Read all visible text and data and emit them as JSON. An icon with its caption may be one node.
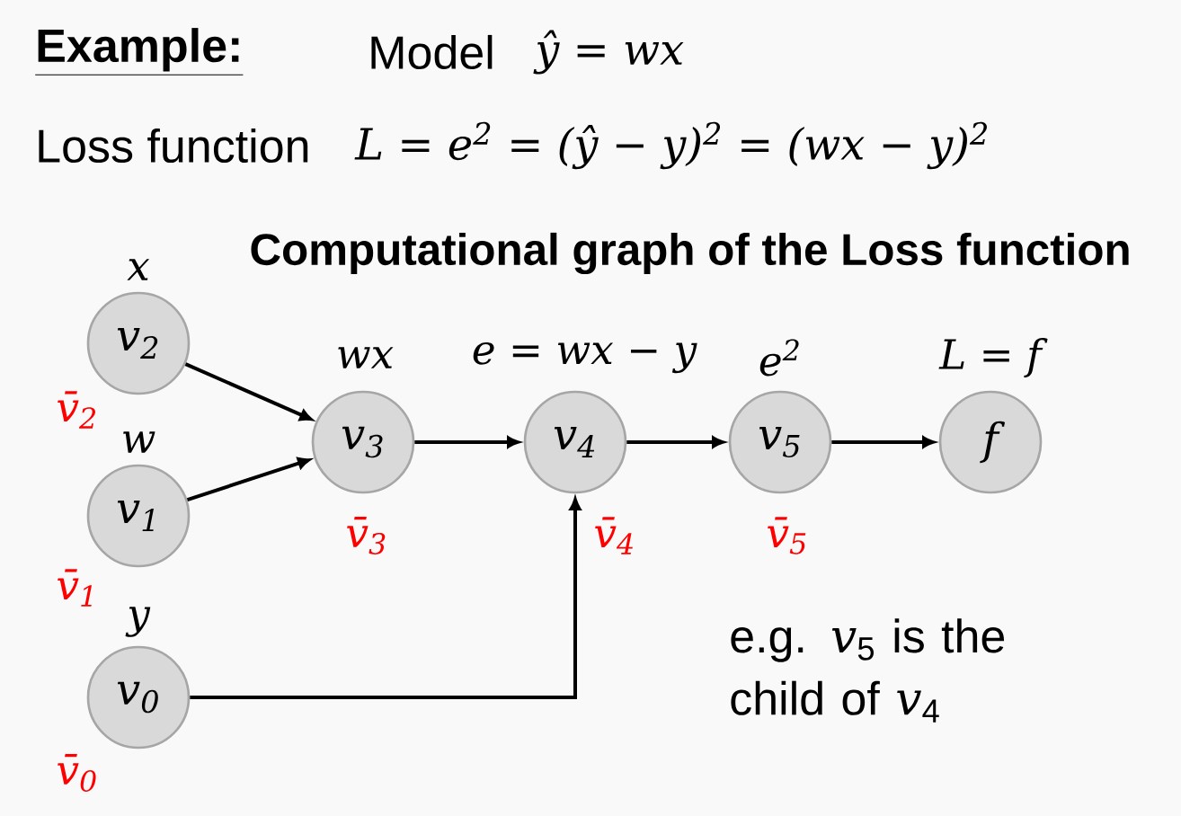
{
  "diagram": {
    "title": "Computational graph of the Loss function",
    "nodes": [
      {
        "text": [
          "v$_{2}$"
        ],
        "beside": [
          "x",
          "v̄$_{2}$"
        ]
      },
      {
        "text": [
          "v$_{1}$"
        ],
        "beside": [
          "w",
          "v̄$_{1}$"
        ]
      },
      {
        "text": [
          "v$_{0}$"
        ],
        "beside": [
          "y",
          "v̄$_{0}$"
        ]
      },
      {
        "text": [
          "v$_{3}$"
        ],
        "beside": [
          "wx",
          "v̄$_{3}$"
        ]
      },
      {
        "text": [
          "v$_{4}$"
        ],
        "beside": [
          "e = wx − y",
          "v̄$_{4}$"
        ]
      },
      {
        "text": [
          "v$_{5}$"
        ],
        "beside": [
          "e$^{2}$",
          "v̄$_{5}$"
        ]
      },
      {
        "text": [
          "f"
        ],
        "beside": [
          "L = f"
        ]
      }
    ],
    "edges": [
      {
        "from": 0,
        "to": 3,
        "arrow": "to"
      },
      {
        "from": 1,
        "to": 3,
        "arrow": "to"
      },
      {
        "from": 2,
        "to": 4,
        "arrow": "to"
      },
      {
        "from": 3,
        "to": 4,
        "arrow": "to"
      },
      {
        "from": 4,
        "to": 5,
        "arrow": "to"
      },
      {
        "from": 5,
        "to": 6,
        "arrow": "to"
      }
    ],
    "labels": [
      "Example:",
      "Model",
      "ŷ = wx",
      "Loss function",
      "L = e$^{2}$ = (ŷ − y)$^{2}$ = (wx − y)$^{2}$",
      "e.g. *v*$_{5}$ is the child of *v*$_{4}$"
    ]
  }
}
